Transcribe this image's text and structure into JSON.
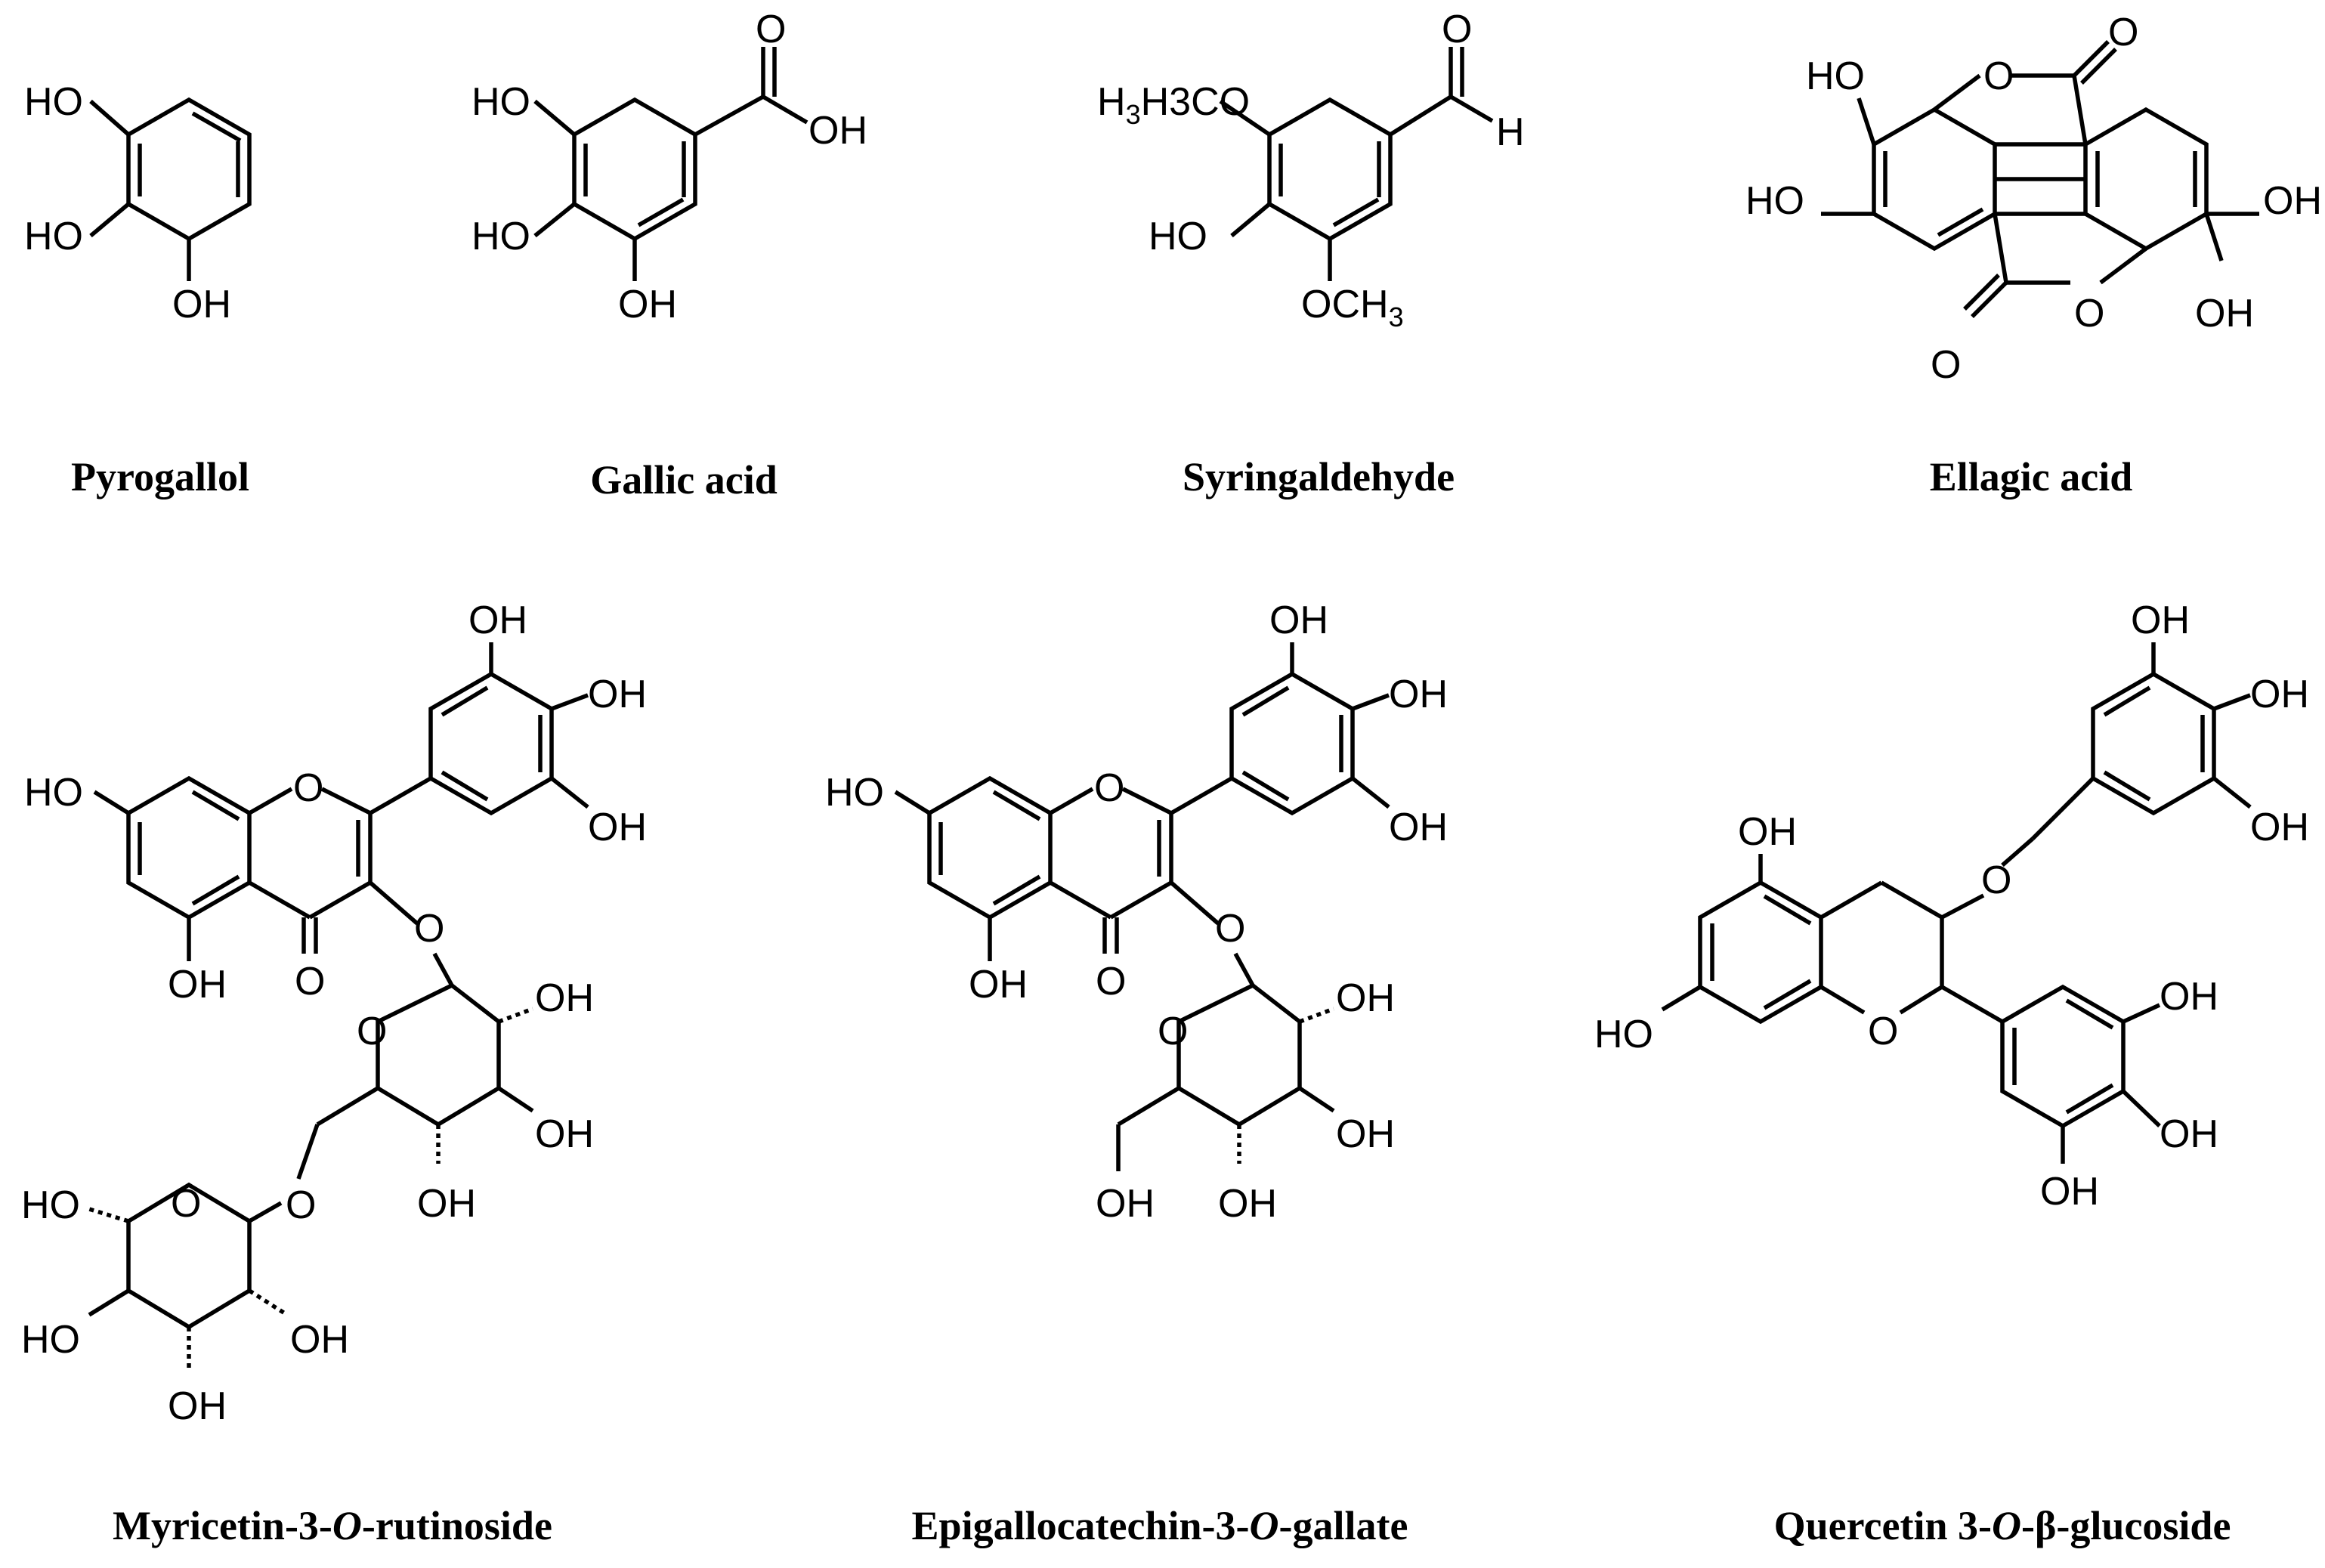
{
  "figure": {
    "compounds": [
      {
        "id": "pyrogallol",
        "caption_parts": [
          "Pyrogallol"
        ],
        "atom_labels": [
          "HO",
          "HO",
          "OH"
        ]
      },
      {
        "id": "gallic-acid",
        "caption_parts": [
          "Gallic acid"
        ],
        "atom_labels": [
          "HO",
          "HO",
          "OH",
          "O",
          "OH"
        ]
      },
      {
        "id": "syringaldehyde",
        "caption_parts": [
          "Syringaldehyde"
        ],
        "atom_labels": [
          "H3CO",
          "HO",
          "OCH3",
          "O",
          "H"
        ]
      },
      {
        "id": "ellagic-acid",
        "caption_parts": [
          "Ellagic acid"
        ],
        "atom_labels": [
          "HO",
          "HO",
          "O",
          "O",
          "OH",
          "OH",
          "O",
          "O"
        ]
      },
      {
        "id": "myricetin-3-o-rutinoside",
        "caption_parts": [
          "Myricetin-3-",
          "O",
          "-rutinoside"
        ],
        "atom_labels": [
          "HO",
          "OH",
          "O",
          "O",
          "OH",
          "OH",
          "OH",
          "O",
          "O",
          "OH",
          "OH",
          "OH",
          "O",
          "HO",
          "O",
          "HO",
          "OH",
          "OH"
        ]
      },
      {
        "id": "epigallocatechin-3-o-gallate",
        "caption_parts": [
          "Epigallocatechin-3-",
          "O",
          "-gallate"
        ],
        "atom_labels": [
          "HO",
          "OH",
          "O",
          "O",
          "OH",
          "OH",
          "OH",
          "O",
          "O",
          "OH",
          "OH",
          "OH",
          "OH"
        ]
      },
      {
        "id": "quercetin-3-o-beta-glucoside",
        "caption_parts": [
          "Quercetin 3-",
          "O",
          "-β-glucoside"
        ],
        "atom_labels": [
          "OH",
          "HO",
          "O",
          "O",
          "OH",
          "OH",
          "OH",
          "OH",
          "OH",
          "OH"
        ]
      }
    ]
  }
}
